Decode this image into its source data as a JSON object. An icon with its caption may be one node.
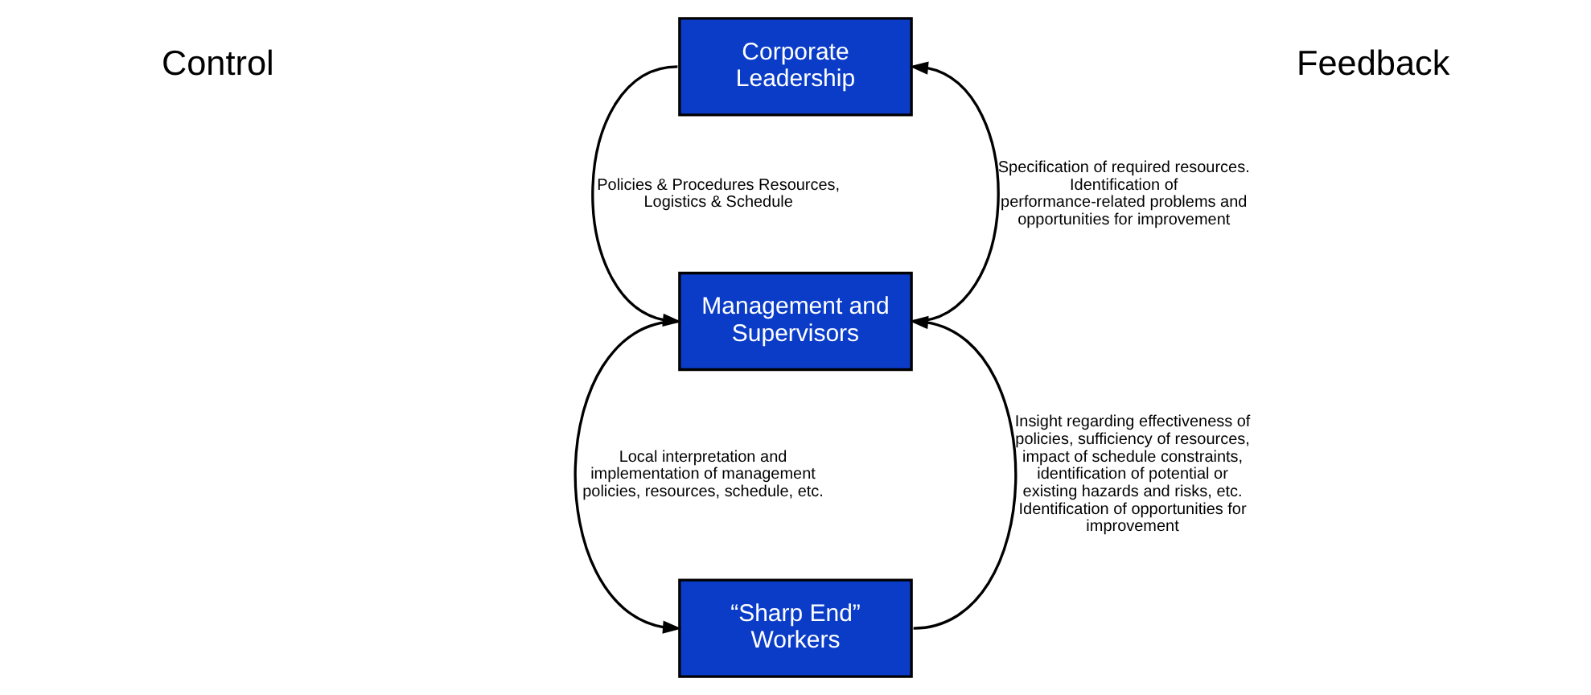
{
  "diagram": {
    "nodes": [
      {
        "text": [
          "Corporate Leadership"
        ]
      },
      {
        "text": [
          "Management and Supervisors"
        ]
      },
      {
        "text": [
          "“Sharp End” Workers"
        ]
      }
    ],
    "edges": [
      {
        "from": 0,
        "to": 1,
        "arrow": "to",
        "label": "Policies & Procedures Resources, Logistics & Schedule"
      },
      {
        "from": 1,
        "to": 0,
        "arrow": "to",
        "label": "Specification of required resources. Identification of performance-related problems and opportunities for improvement"
      },
      {
        "from": 1,
        "to": 2,
        "arrow": "to",
        "label": "Local interpretation and implementation of management policies, resources, schedule, etc."
      },
      {
        "from": 2,
        "to": 1,
        "arrow": "to",
        "label": "Insight regarding effectiveness of policies, sufficiency of resources, impact of schedule constraints, identification of potential or existing hazards and risks, etc. Identification of opportunities for improvement"
      }
    ],
    "labels": [
      "Control",
      "Feedback"
    ]
  }
}
